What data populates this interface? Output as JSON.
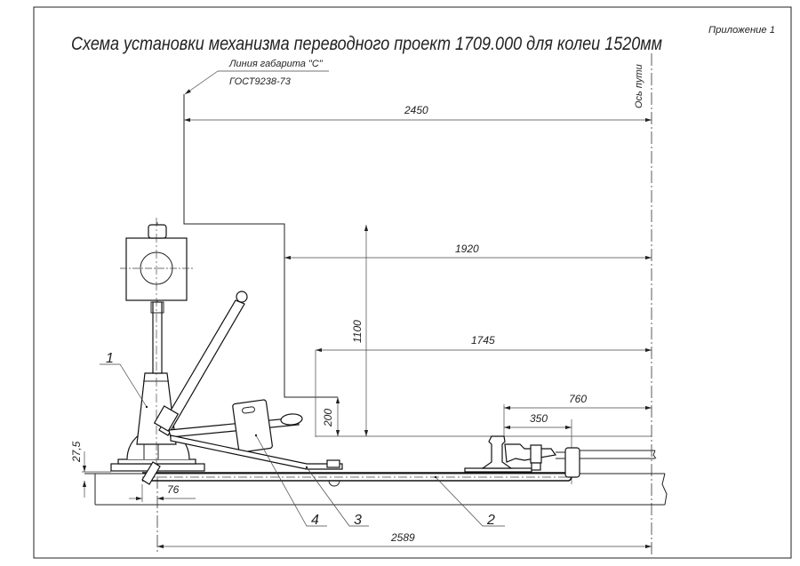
{
  "drawing": {
    "title": "Схема установки механизма переводного проект 1709.000 для колеи 1520мм",
    "appendix": "Приложение 1",
    "clearance_line_label": "Линия габарита \"С\"",
    "clearance_standard": "ГОСТ9238-73",
    "track_axis_label": "Ось пути"
  },
  "dimensions": {
    "d2450": "2450",
    "d1920": "1920",
    "d1745": "1745",
    "d1100": "1100",
    "d200": "200",
    "d760": "760",
    "d350": "350",
    "d27_5": "27,5",
    "d76": "76",
    "d2589": "2589"
  },
  "callouts": {
    "c1": "1",
    "c2": "2",
    "c3": "3",
    "c4": "4"
  }
}
